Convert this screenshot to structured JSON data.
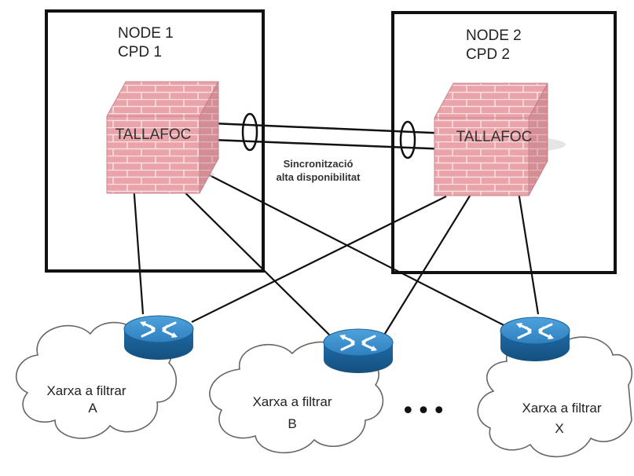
{
  "nodes": [
    {
      "title": "NODE 1",
      "subtitle": "CPD 1",
      "firewall_label": "TALLAFOC"
    },
    {
      "title": "NODE 2",
      "subtitle": "CPD 2",
      "firewall_label": "TALLAFOC"
    }
  ],
  "sync": {
    "line1": "Sincronització",
    "line2": "alta disponibilitat"
  },
  "networks": [
    {
      "label": "Xarxa a filtrar",
      "id": "A"
    },
    {
      "label": "Xarxa a filtrar",
      "id": "B"
    },
    {
      "label": "Xarxa a filtrar",
      "id": "X"
    }
  ],
  "ellipsis": "•••",
  "colors": {
    "brick": "#e8a2a8",
    "mortar": "#f6dfe1",
    "router": "#2e7fbf",
    "line": "#111111"
  }
}
